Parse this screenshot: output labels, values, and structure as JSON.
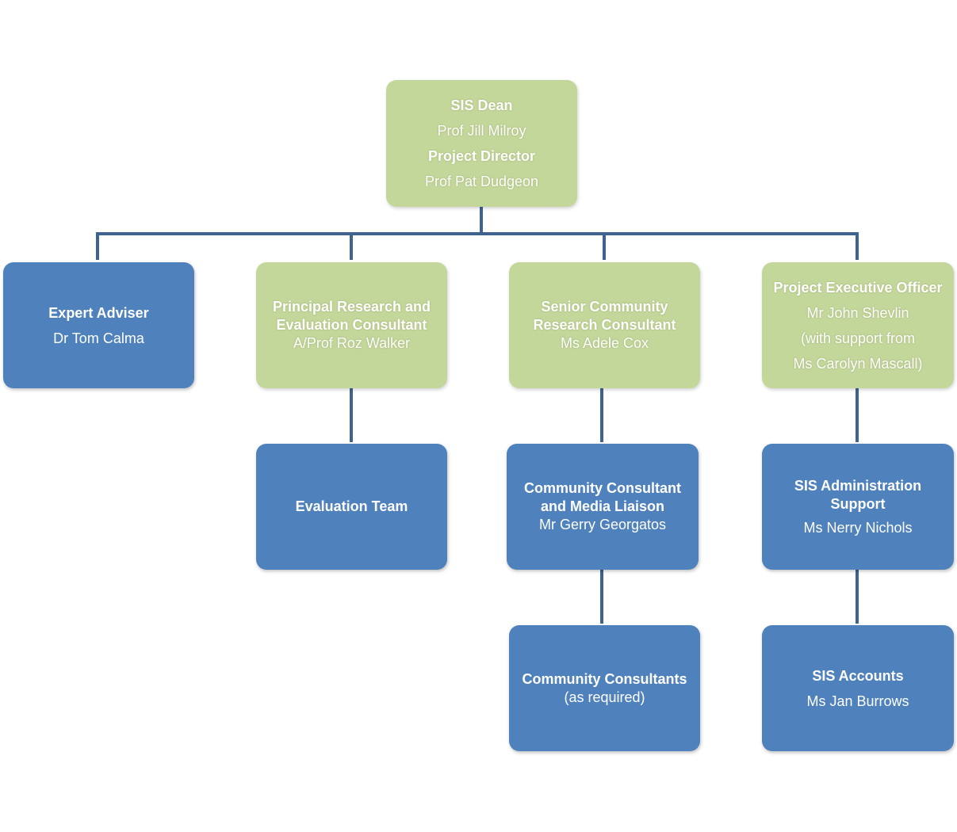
{
  "org_chart": {
    "dean": {
      "title": "SIS Dean",
      "name": "Prof Jill Milroy",
      "title2": "Project Director",
      "name2": "Prof Pat Dudgeon"
    },
    "expert_adviser": {
      "title": "Expert Adviser",
      "name": "Dr Tom Calma"
    },
    "principal_consultant": {
      "title_line1": "Principal Research and",
      "title_line2": "Evaluation Consultant",
      "name": "A/Prof Roz Walker"
    },
    "senior_community": {
      "title_line1": "Senior Community",
      "title_line2": "Research Consultant",
      "name": "Ms Adele Cox"
    },
    "project_exec": {
      "title": "Project Executive Officer",
      "name": "Mr John Shevlin",
      "note_line1": "(with support from",
      "note_line2": "Ms Carolyn Mascall)"
    },
    "evaluation_team": {
      "title": "Evaluation Team"
    },
    "community_media": {
      "title_line1": "Community Consultant",
      "title_line2": "and Media Liaison",
      "name": "Mr Gerry Georgatos"
    },
    "sis_admin": {
      "title_line1": "SIS Administration",
      "title_line2": "Support",
      "name": "Ms Nerry Nichols"
    },
    "community_consultants": {
      "title": "Community Consultants",
      "note": "(as required)"
    },
    "sis_accounts": {
      "title": "SIS Accounts",
      "name": "Ms Jan Burrows"
    }
  },
  "colors": {
    "green_box": "#c4d79b",
    "blue_box": "#4f81bd",
    "connector": "#3f6390"
  }
}
